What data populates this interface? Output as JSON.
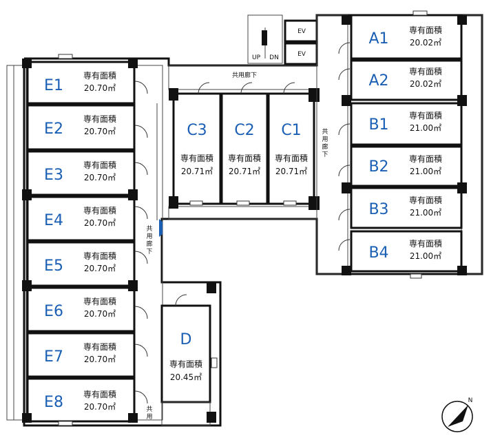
{
  "area_label": "専有面積",
  "units": {
    "E1": {
      "id": "E1",
      "area": "20.70㎡"
    },
    "E2": {
      "id": "E2",
      "area": "20.70㎡"
    },
    "E3": {
      "id": "E3",
      "area": "20.70㎡"
    },
    "E4": {
      "id": "E4",
      "area": "20.70㎡"
    },
    "E5": {
      "id": "E5",
      "area": "20.70㎡"
    },
    "E6": {
      "id": "E6",
      "area": "20.70㎡"
    },
    "E7": {
      "id": "E7",
      "area": "20.70㎡"
    },
    "E8": {
      "id": "E8",
      "area": "20.70㎡"
    },
    "C3": {
      "id": "C3",
      "area": "20.71㎡"
    },
    "C2": {
      "id": "C2",
      "area": "20.71㎡"
    },
    "C1": {
      "id": "C1",
      "area": "20.71㎡"
    },
    "D": {
      "id": "D",
      "area": "20.45㎡"
    },
    "A1": {
      "id": "A1",
      "area": "20.02㎡"
    },
    "A2": {
      "id": "A2",
      "area": "20.02㎡"
    },
    "B1": {
      "id": "B1",
      "area": "21.00㎡"
    },
    "B2": {
      "id": "B2",
      "area": "21.00㎡"
    },
    "B3": {
      "id": "B3",
      "area": "21.00㎡"
    },
    "B4": {
      "id": "B4",
      "area": "21.00㎡"
    }
  },
  "corridor_label": [
    "共",
    "用",
    "廊",
    "下"
  ],
  "corridor_label_horizontal": "共用廊下",
  "elevator_label": "EV",
  "stairs": {
    "up": "UP",
    "down": "DN"
  },
  "compass_label": "N"
}
